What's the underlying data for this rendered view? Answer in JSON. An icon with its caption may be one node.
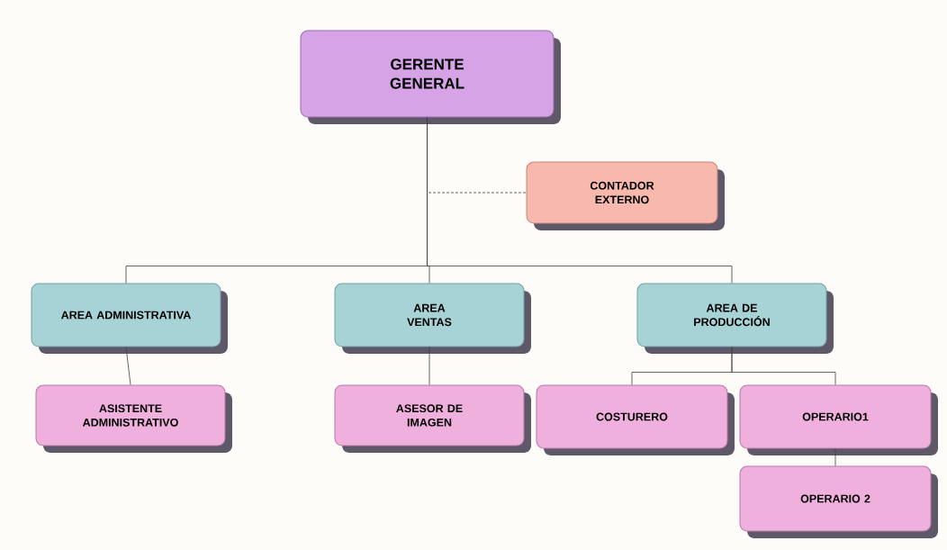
{
  "diagram": {
    "nodes": [
      {
        "text": [
          "GERENTE GENERAL"
        ]
      },
      {
        "text": [
          "CONTADOR EXTERNO"
        ]
      },
      {
        "text": [
          "AREA ADMINISTRATIVA"
        ]
      },
      {
        "text": [
          "AREA VENTAS"
        ]
      },
      {
        "text": [
          "AREA DE PRODUCCIÓN"
        ]
      },
      {
        "text": [
          "ASISTENTE ADMINISTRATIVO"
        ]
      },
      {
        "text": [
          "ASESOR DE IMAGEN"
        ]
      },
      {
        "text": [
          "COSTURERO"
        ]
      },
      {
        "text": [
          "OPERARIO1"
        ]
      },
      {
        "text": [
          "OPERARIO 2"
        ]
      }
    ],
    "edges": [
      {
        "from": 0,
        "to": 1,
        "arrow": "none",
        "style": "dashed"
      },
      {
        "from": 0,
        "to": 2,
        "arrow": "none"
      },
      {
        "from": 0,
        "to": 3,
        "arrow": "none"
      },
      {
        "from": 0,
        "to": 4,
        "arrow": "none"
      },
      {
        "from": 2,
        "to": 5,
        "arrow": "none"
      },
      {
        "from": 3,
        "to": 6,
        "arrow": "none"
      },
      {
        "from": 4,
        "to": 7,
        "arrow": "none"
      },
      {
        "from": 4,
        "to": 8,
        "arrow": "none"
      },
      {
        "from": 8,
        "to": 9,
        "arrow": "none"
      }
    ]
  }
}
